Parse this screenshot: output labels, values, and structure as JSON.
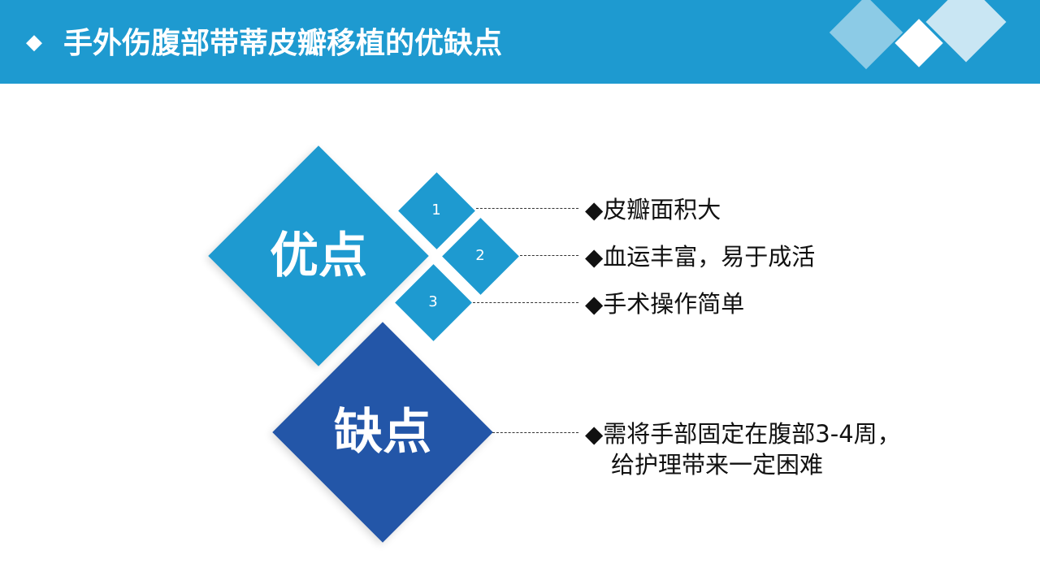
{
  "header": {
    "bullet": "◆",
    "title": "手外伤腹部带蒂皮瓣移植的优缺点"
  },
  "colors": {
    "header_bg": "#1e9ad0",
    "pros": "#1e9ad0",
    "cons": "#2356a8",
    "deco_light": "#8ccbe6",
    "deco_lighter": "#c9e6f3"
  },
  "pros": {
    "label": "优点",
    "items": [
      {
        "number": "1",
        "text": "◆皮瓣面积大"
      },
      {
        "number": "2",
        "text": "◆血运丰富，易于成活"
      },
      {
        "number": "3",
        "text": "◆手术操作简单"
      }
    ]
  },
  "cons": {
    "label": "缺点",
    "lines": [
      "◆需将手部固定在腹部3-4周，",
      "给护理带来一定困难"
    ]
  }
}
